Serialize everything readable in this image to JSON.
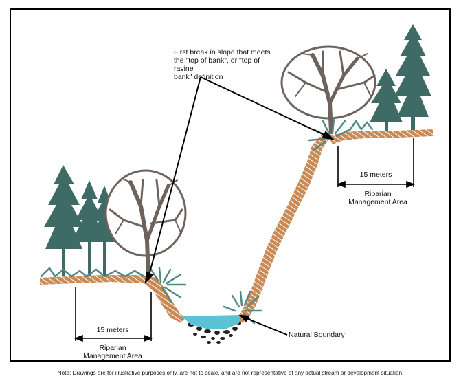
{
  "labels": {
    "callout_line1": "First break in slope that meets",
    "callout_line2": "the \"top of bank\", or \"top of ravine",
    "callout_line3": "bank\" definition",
    "right_distance": "15 meters",
    "right_area_line1": "Riparian",
    "right_area_line2": "Management Area",
    "left_distance": "15 meters",
    "left_area_line1": "Riparian",
    "left_area_line2": "Management Area",
    "boundary": "Natural Boundary"
  },
  "note": "Note: Drawings are for illustrative purposes only, are not to scale, and are not representative of any actual stream or development situation.",
  "colors": {
    "bank": "#c98a55",
    "conifer": "#3f6b66",
    "deciduous": "#6e625c",
    "water": "#5bc3d3",
    "shrub": "#4f8a84"
  }
}
